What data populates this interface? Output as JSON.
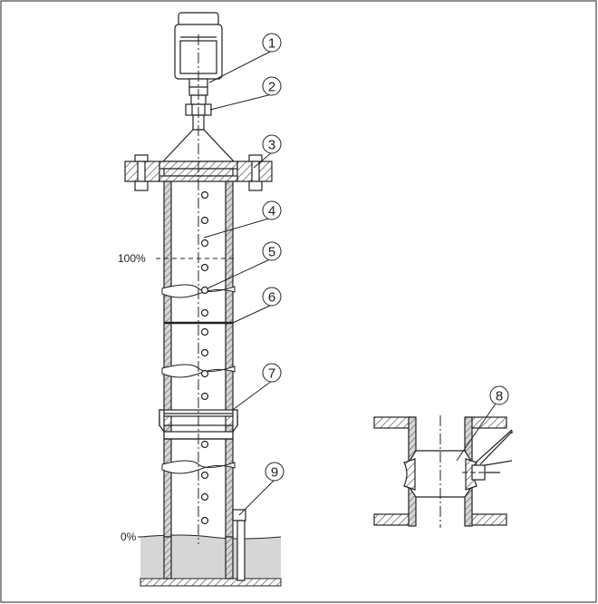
{
  "levels": {
    "full": "100%",
    "empty": "0%"
  },
  "callouts": [
    "1",
    "2",
    "3",
    "4",
    "5",
    "6",
    "7",
    "8",
    "9"
  ],
  "colors": {
    "line": "#222222",
    "medium": "#d6d6d6",
    "hatch": "#555555"
  }
}
